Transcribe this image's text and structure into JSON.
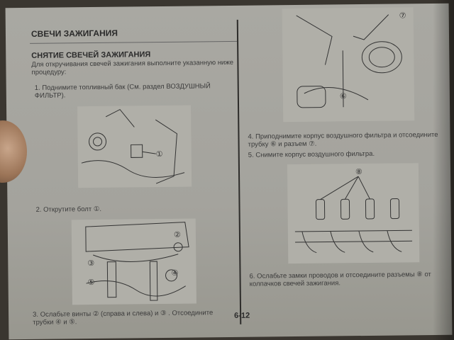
{
  "title": "СВЕЧИ ЗАЖИГАНИЯ",
  "subtitle": "СНЯТИЕ СВЕЧЕЙ ЗАЖИГАНИЯ",
  "intro": "Для откручивания свечей зажигания выполните указанную ниже процедуру:",
  "steps": [
    "1. Поднимите топливный бак (См. раздел ВОЗДУШНЫЙ ФИЛЬТР).",
    "2. Открутите болт ①.",
    "3. Ослабьте винты ② (справа и слева) и ③ . Отсоедините трубки ④ и ⑤.",
    "4. Приподнимите корпус воздушного фильтра и отсоедините трубку ⑥ и разъем ⑦.",
    "5. Снимите корпус воздушного фильтра.",
    "6. Ослабьте замки проводов и отсоедините разъемы ⑧ от колпачков свечей зажигания."
  ],
  "callouts": {
    "c1": "①",
    "c2": "②",
    "c3": "③",
    "c4": "④",
    "c5": "⑤",
    "c6": "⑥",
    "c7": "⑦",
    "c8": "⑧"
  },
  "page_number": "6-12"
}
